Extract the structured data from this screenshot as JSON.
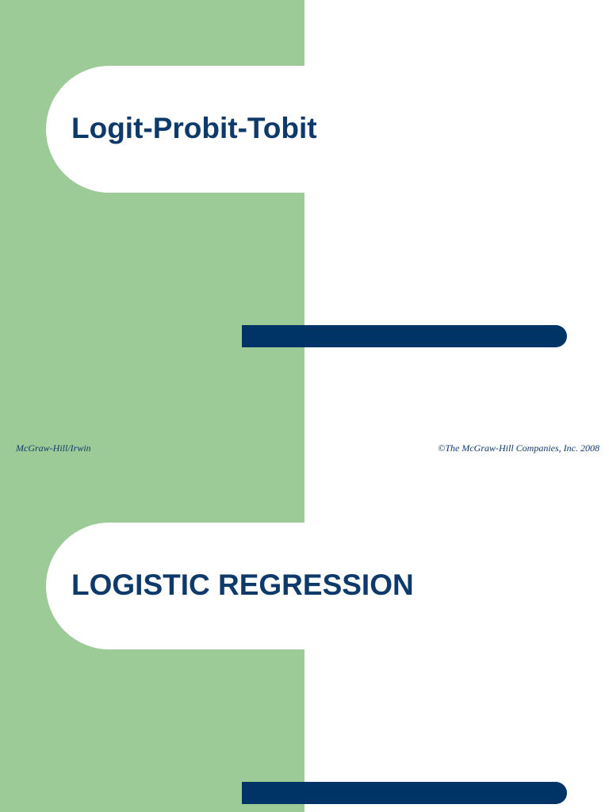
{
  "slides": [
    {
      "title": "Logit-Probit-Tobit",
      "footer_left": "McGraw-Hill/Irwin",
      "footer_right": "©The McGraw-Hill Companies, Inc. 2008"
    },
    {
      "title": "LOGISTIC REGRESSION"
    }
  ],
  "colors": {
    "green_panel": "#9dcb98",
    "navy_bar": "#003366",
    "title_text": "#0e3a6b"
  }
}
